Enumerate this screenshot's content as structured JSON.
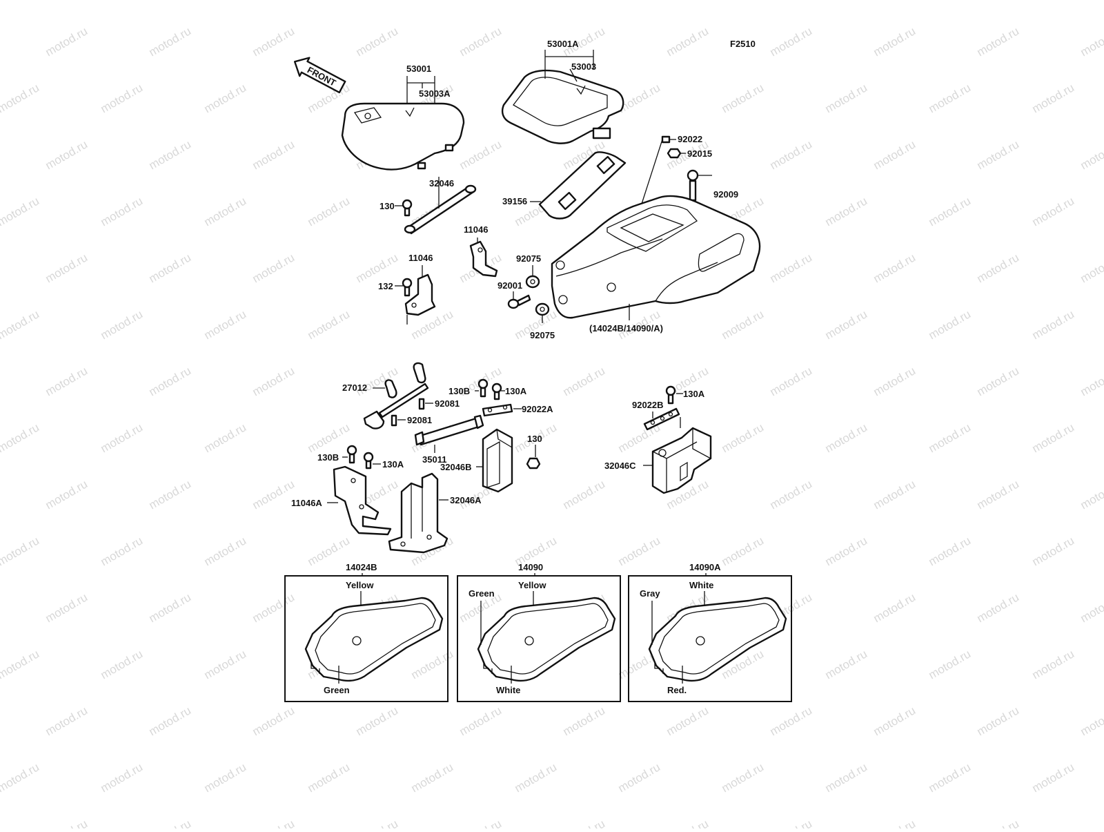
{
  "figure_code": "F2510",
  "front_arrow_label": "FRONT",
  "watermark_text": "motod.ru",
  "labels": {
    "p53001": "53001",
    "p53003A": "53003A",
    "p53001A": "53001A",
    "p53003": "53003",
    "p92022": "92022",
    "p92015": "92015",
    "p92009": "92009",
    "p39156": "39156",
    "p32046": "32046",
    "p130_top": "130",
    "p11046_r": "11046",
    "p11046_l": "11046",
    "p132": "132",
    "p92075_a": "92075",
    "p92001": "92001",
    "p92075_b": "92075",
    "p14024B_ref": "(14024B/14090/A)",
    "p27012": "27012",
    "p130B_a": "130B",
    "p130A_a": "130A",
    "p92081_a": "92081",
    "p92022A": "92022A",
    "p92081_b": "92081",
    "p130_mid": "130",
    "p35011": "35011",
    "p32046B": "32046B",
    "p130B_b": "130B",
    "p130A_b": "130A",
    "p11046A": "11046A",
    "p32046A": "32046A",
    "p130A_c": "130A",
    "p92022B": "92022B",
    "p32046C": "32046C"
  },
  "variants": [
    {
      "part_no": "14024B",
      "top_color": "Yellow",
      "bottom_color": "Green",
      "side_color": ""
    },
    {
      "part_no": "14090",
      "top_color": "Yellow",
      "bottom_color": "White",
      "side_color": "Green"
    },
    {
      "part_no": "14090A",
      "top_color": "White",
      "bottom_color": "Red.",
      "side_color": "Gray"
    }
  ]
}
